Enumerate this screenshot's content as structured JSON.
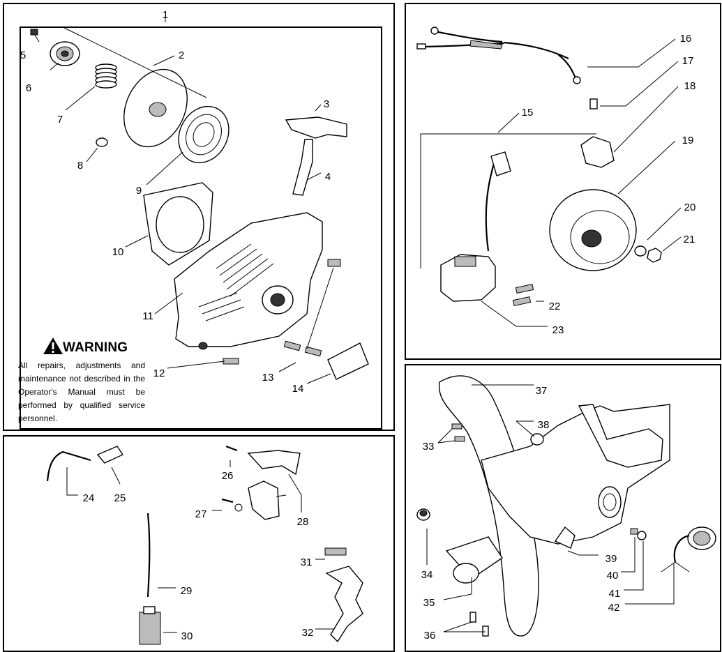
{
  "warning": {
    "title": "WARNING",
    "text": "All repairs, adjustments and maintenance not described in the Operator's Manual must be performed by qualified service personnel."
  },
  "callouts": [
    {
      "id": "1",
      "label": "1"
    },
    {
      "id": "2",
      "label": "2"
    },
    {
      "id": "3",
      "label": "3"
    },
    {
      "id": "4",
      "label": "4"
    },
    {
      "id": "5",
      "label": "5"
    },
    {
      "id": "6",
      "label": "6"
    },
    {
      "id": "7",
      "label": "7"
    },
    {
      "id": "8",
      "label": "8"
    },
    {
      "id": "9",
      "label": "9"
    },
    {
      "id": "10",
      "label": "10"
    },
    {
      "id": "11",
      "label": "11"
    },
    {
      "id": "12",
      "label": "12"
    },
    {
      "id": "13",
      "label": "13"
    },
    {
      "id": "14",
      "label": "14"
    },
    {
      "id": "15",
      "label": "15"
    },
    {
      "id": "16",
      "label": "16"
    },
    {
      "id": "17",
      "label": "17"
    },
    {
      "id": "18",
      "label": "18"
    },
    {
      "id": "19",
      "label": "19"
    },
    {
      "id": "20",
      "label": "20"
    },
    {
      "id": "21",
      "label": "21"
    },
    {
      "id": "22",
      "label": "22"
    },
    {
      "id": "23",
      "label": "23"
    },
    {
      "id": "24",
      "label": "24"
    },
    {
      "id": "25",
      "label": "25"
    },
    {
      "id": "26",
      "label": "26"
    },
    {
      "id": "27",
      "label": "27"
    },
    {
      "id": "28",
      "label": "28"
    },
    {
      "id": "29",
      "label": "29"
    },
    {
      "id": "30",
      "label": "30"
    },
    {
      "id": "31",
      "label": "31"
    },
    {
      "id": "32",
      "label": "32"
    },
    {
      "id": "33",
      "label": "33"
    },
    {
      "id": "34",
      "label": "34"
    },
    {
      "id": "35",
      "label": "35"
    },
    {
      "id": "36",
      "label": "36"
    },
    {
      "id": "37",
      "label": "37"
    },
    {
      "id": "38",
      "label": "38"
    },
    {
      "id": "39",
      "label": "39"
    },
    {
      "id": "40",
      "label": "40"
    },
    {
      "id": "41",
      "label": "41"
    },
    {
      "id": "42",
      "label": "42"
    }
  ]
}
